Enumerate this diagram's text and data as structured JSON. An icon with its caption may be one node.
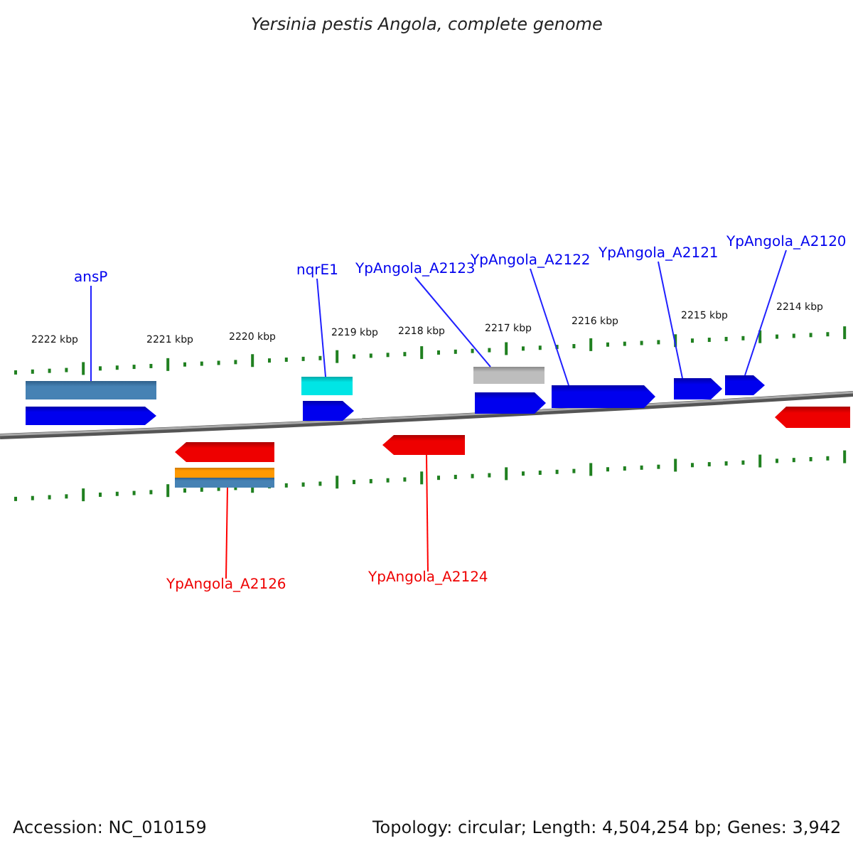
{
  "diagram": {
    "title": "Yersinia pestis Angola, complete genome",
    "nodes": [
      {
        "text": [
          "ansP"
        ]
      },
      {
        "text": [
          "nqrE1"
        ]
      },
      {
        "text": [
          "YpAngola_A2123"
        ]
      },
      {
        "text": [
          "YpAngola_A2122"
        ]
      },
      {
        "text": [
          "YpAngola_A2121"
        ]
      },
      {
        "text": [
          "YpAngola_A2120"
        ]
      },
      {
        "text": [
          "YpAngola_A2126"
        ]
      },
      {
        "text": [
          "YpAngola_A2124"
        ]
      },
      {
        "text": [],
        "shape": "bar"
      },
      {
        "text": [],
        "shape": "bar"
      },
      {
        "text": [],
        "shape": "bar"
      },
      {
        "text": [],
        "shape": "arrow"
      },
      {
        "text": [],
        "shape": "arrow"
      },
      {
        "text": [],
        "shape": "arrow"
      },
      {
        "text": [],
        "shape": "bar"
      },
      {
        "text": [],
        "shape": "arrow"
      },
      {
        "text": [],
        "shape": "arrow"
      },
      {
        "text": [],
        "shape": "arrow"
      },
      {
        "text": [],
        "shape": "arrow"
      },
      {
        "text": [],
        "shape": "arrow"
      },
      {
        "text": [],
        "shape": "arrow"
      }
    ],
    "edges": [
      {
        "from": 0,
        "to": 8,
        "arrow": "none"
      },
      {
        "from": 1,
        "to": 9,
        "arrow": "none"
      },
      {
        "from": 2,
        "to": 10,
        "arrow": "none"
      },
      {
        "from": 3,
        "to": 11,
        "arrow": "none"
      },
      {
        "from": 4,
        "to": 12,
        "arrow": "none"
      },
      {
        "from": 5,
        "to": 13,
        "arrow": "none"
      },
      {
        "from": 6,
        "to": 14,
        "arrow": "none",
        "color": "#ff0000"
      },
      {
        "from": 7,
        "to": 15,
        "arrow": "none",
        "color": "#ff0000"
      }
    ],
    "labels": [
      "2222 kbp",
      "2221 kbp",
      "2220 kbp",
      "2219 kbp",
      "2218 kbp",
      "2217 kbp",
      "2216 kbp",
      "2215 kbp",
      "2214 kbp",
      "Accession: NC_010159",
      "Topology: circular; Length: 4,504,254 bp; Genes: 3,942"
    ]
  }
}
